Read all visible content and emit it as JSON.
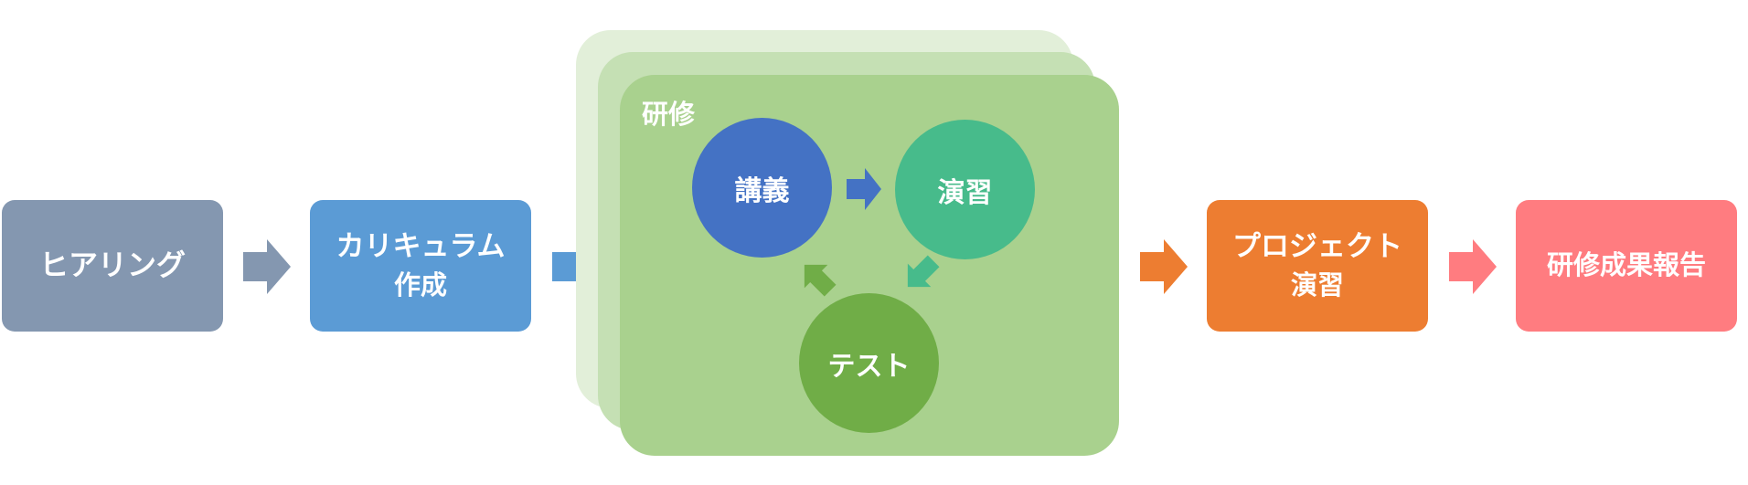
{
  "flow": {
    "steps": [
      {
        "lines": [
          "ヒアリング"
        ],
        "color": "#8497b0"
      },
      {
        "lines": [
          "カリキュラム",
          "作成"
        ],
        "color": "#5b9bd5"
      },
      {
        "lines": [
          "プロジェクト",
          "演習"
        ],
        "color": "#ed7d31"
      },
      {
        "lines": [
          "研修成果報告"
        ],
        "color": "#ff7c80"
      }
    ],
    "arrow_colors": [
      "#8497b0",
      "#5b9bd5",
      "#ed7d31",
      "#ff7c80"
    ]
  },
  "training": {
    "title": "研修",
    "stack_colors": [
      "#e2efd9",
      "#c5e0b4",
      "#a9d18e"
    ],
    "cycle": [
      {
        "label": "講義",
        "color": "#4472c4"
      },
      {
        "label": "演習",
        "color": "#47bb8b"
      },
      {
        "label": "テスト",
        "color": "#70ad47"
      }
    ]
  }
}
